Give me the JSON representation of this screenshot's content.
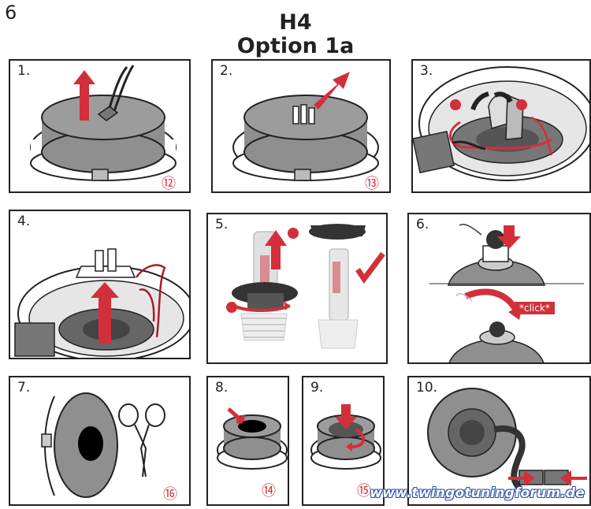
{
  "page": {
    "number": "6",
    "title": "H4",
    "subtitle": "Option 1a"
  },
  "panels": [
    {
      "step": "1.",
      "ref": "⑫"
    },
    {
      "step": "2.",
      "ref": "⑬"
    },
    {
      "step": "3."
    },
    {
      "step": "4."
    },
    {
      "step": "5."
    },
    {
      "step": "6.",
      "click_label": "*click*"
    },
    {
      "step": "7.",
      "ref": "⑯"
    },
    {
      "step": "8.",
      "ref": "⑭"
    },
    {
      "step": "9.",
      "ref": "⑮"
    },
    {
      "step": "10."
    }
  ],
  "watermark": "www.twingotuningforum.de",
  "colors": {
    "accent": "#d32f3a",
    "cap": "#8f8f8f",
    "outline": "#222222"
  }
}
